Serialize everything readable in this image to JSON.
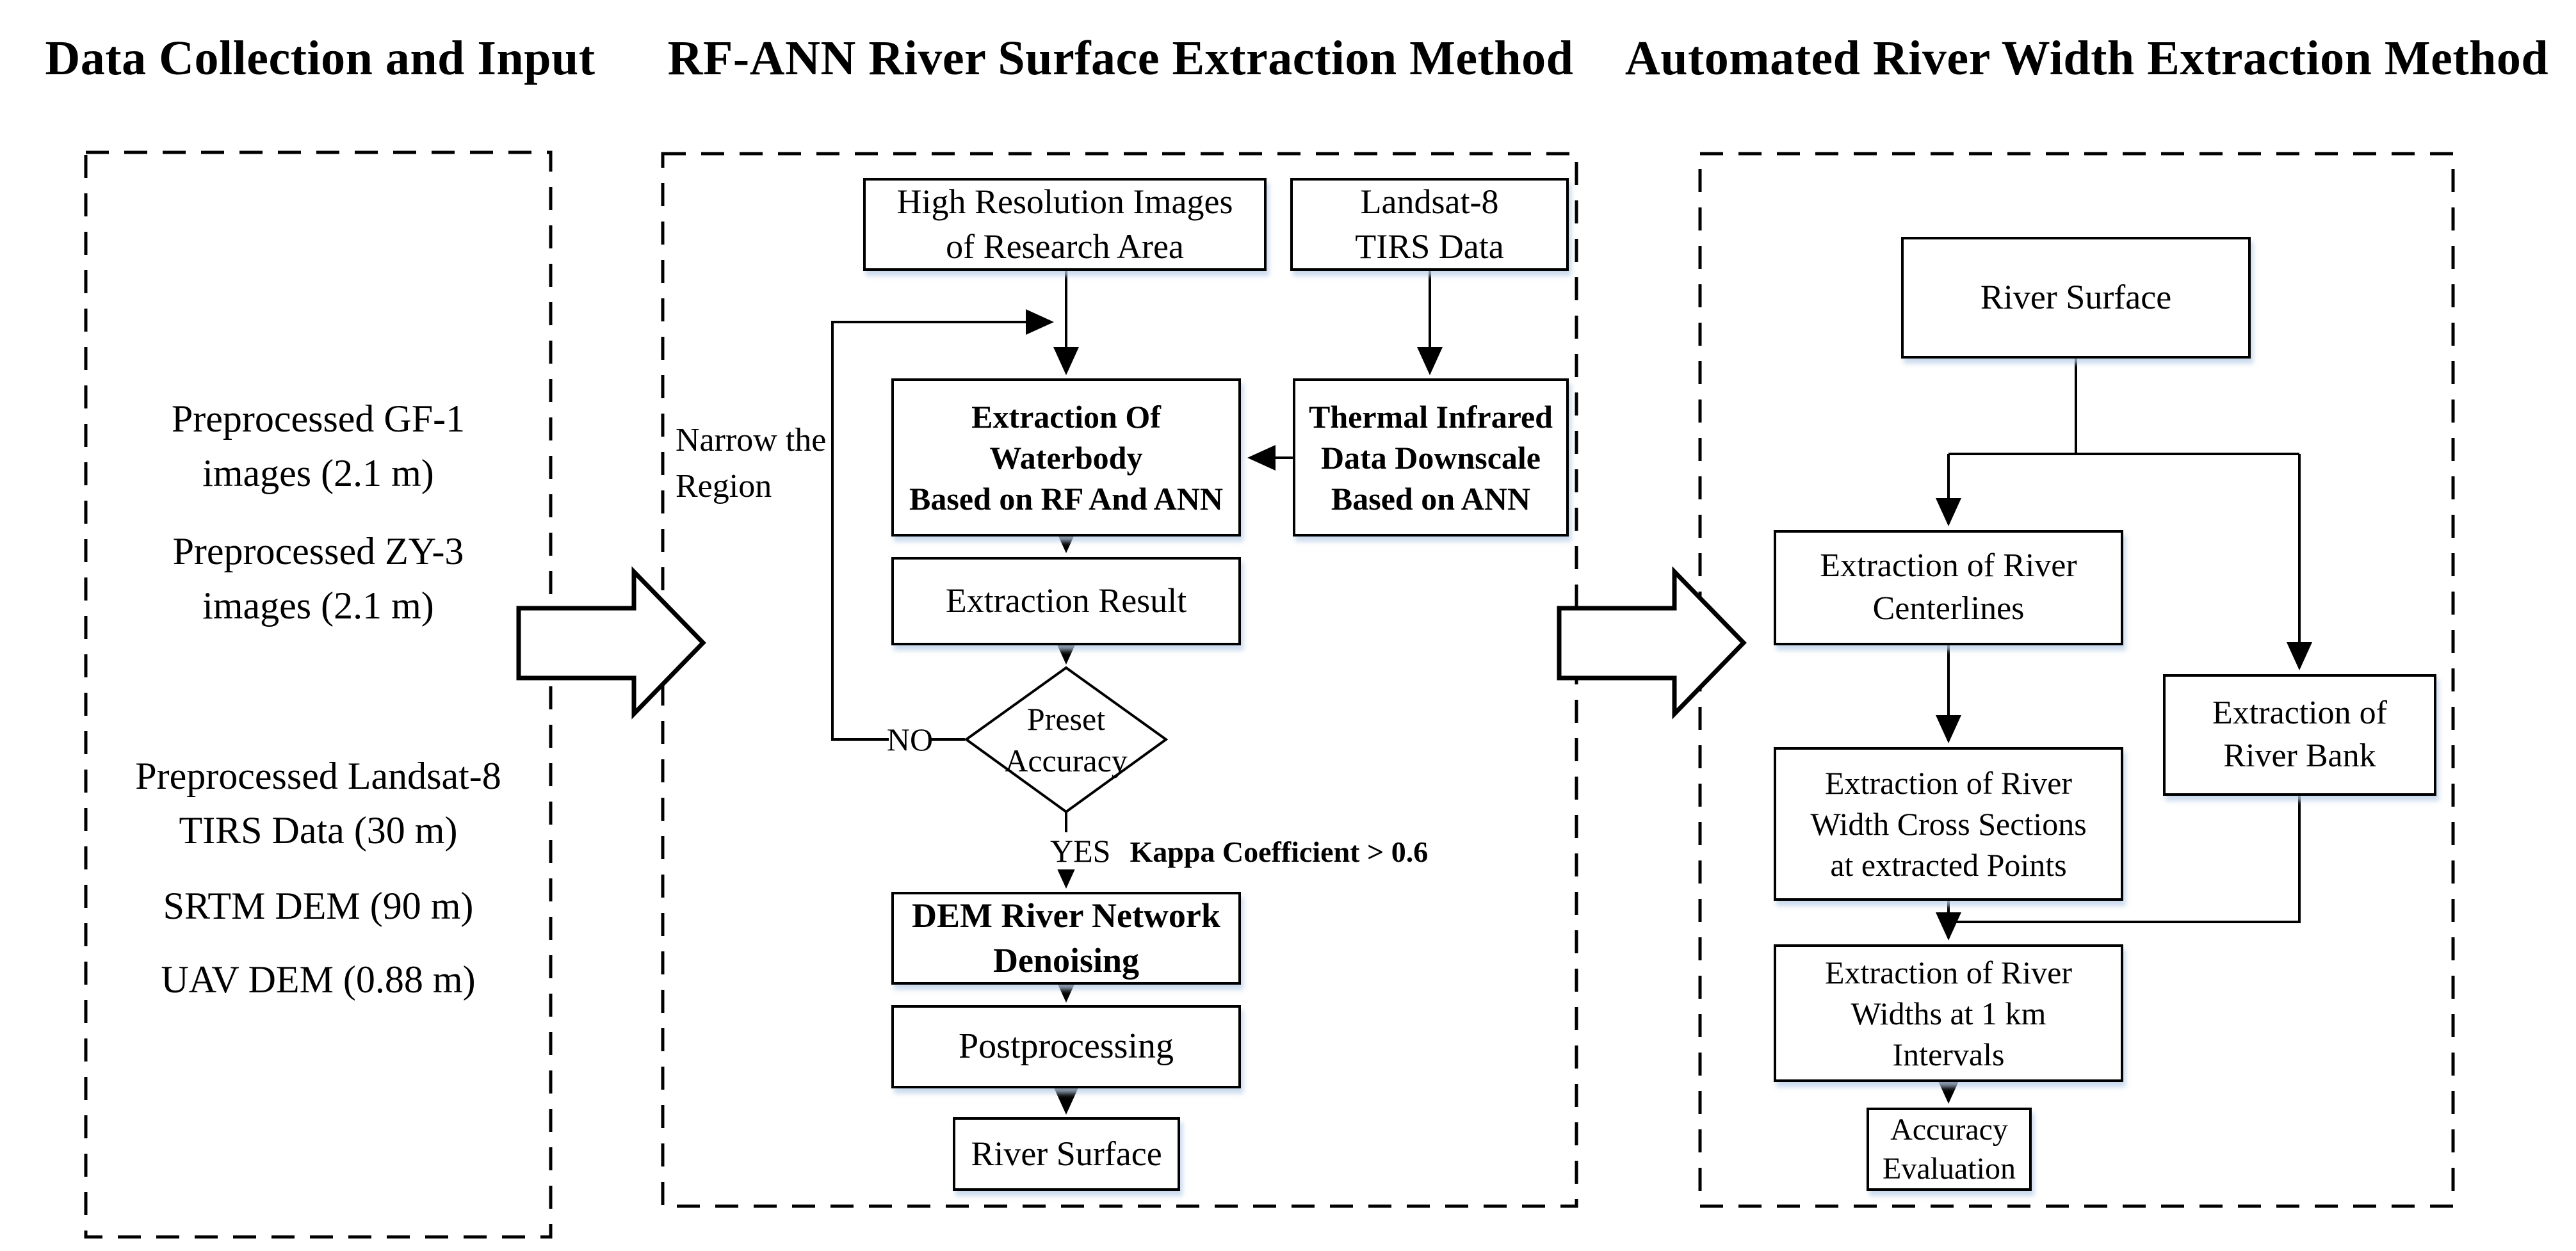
{
  "titles": {
    "left": "Data Collection and Input",
    "middle": "RF-ANN River Surface Extraction Method",
    "right": "Automated River Width Extraction Method"
  },
  "left_panel": {
    "items": [
      {
        "text": "Preprocessed GF-1\nimages (2.1 m)"
      },
      {
        "text": "Preprocessed ZY-3\nimages (2.1 m)"
      },
      {
        "text": "Preprocessed Landsat-8\nTIRS Data (30 m)"
      },
      {
        "text": "SRTM DEM (90 m)"
      },
      {
        "text": "UAV DEM (0.88 m)"
      }
    ]
  },
  "middle_panel": {
    "nodes": {
      "high_res": "High Resolution Images\nof Research Area",
      "landsat": "Landsat-8\nTIRS Data",
      "extraction_waterbody": "Extraction Of Waterbody\nBased on RF And ANN",
      "thermal": "Thermal Infrared\nData Downscale\nBased on ANN",
      "extraction_result": "Extraction Result",
      "preset_accuracy": "Preset\nAccuracy",
      "dem_denoising": "DEM River Network\nDenoising",
      "postprocessing": "Postprocessing",
      "river_surface": "River Surface"
    },
    "labels": {
      "no": "NO",
      "yes": "YES",
      "kappa": "Kappa Coefficient > 0.6",
      "narrow": "Narrow the\nRegion"
    }
  },
  "right_panel": {
    "nodes": {
      "river_surface": "River Surface",
      "centerlines": "Extraction of River\nCenterlines",
      "river_bank": "Extraction of\nRiver Bank",
      "cross_sections": "Extraction of River\nWidth Cross Sections\nat extracted Points",
      "widths": "Extraction of River\nWidths at 1 km\nIntervals",
      "accuracy": "Accuracy\nEvaluation"
    }
  },
  "colors": {
    "ink": "#000000",
    "shadow": "#b9cfe8"
  }
}
